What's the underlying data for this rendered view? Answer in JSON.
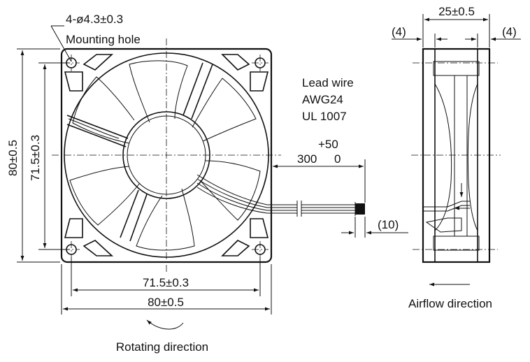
{
  "front_view": {
    "mounting_hole_spec": "4-ø4.3±0.3",
    "mounting_hole_label": "Mounting hole",
    "outer_width": "80±0.5",
    "hole_pitch_width": "71.5±0.3",
    "outer_height": "80±0.5",
    "hole_pitch_height": "71.5±0.3",
    "rotating_direction": "Rotating direction"
  },
  "lead_wire": {
    "title": "Lead wire",
    "gauge": "AWG24",
    "standard": "UL 1007",
    "length_tolerance_upper": "+50",
    "length_nominal": "300",
    "length_tolerance_lower": "0",
    "end_strip": "(10)"
  },
  "side_view": {
    "depth": "25±0.5",
    "left_flange": "(4)",
    "right_flange": "(4)",
    "airflow_direction": "Airflow direction"
  }
}
